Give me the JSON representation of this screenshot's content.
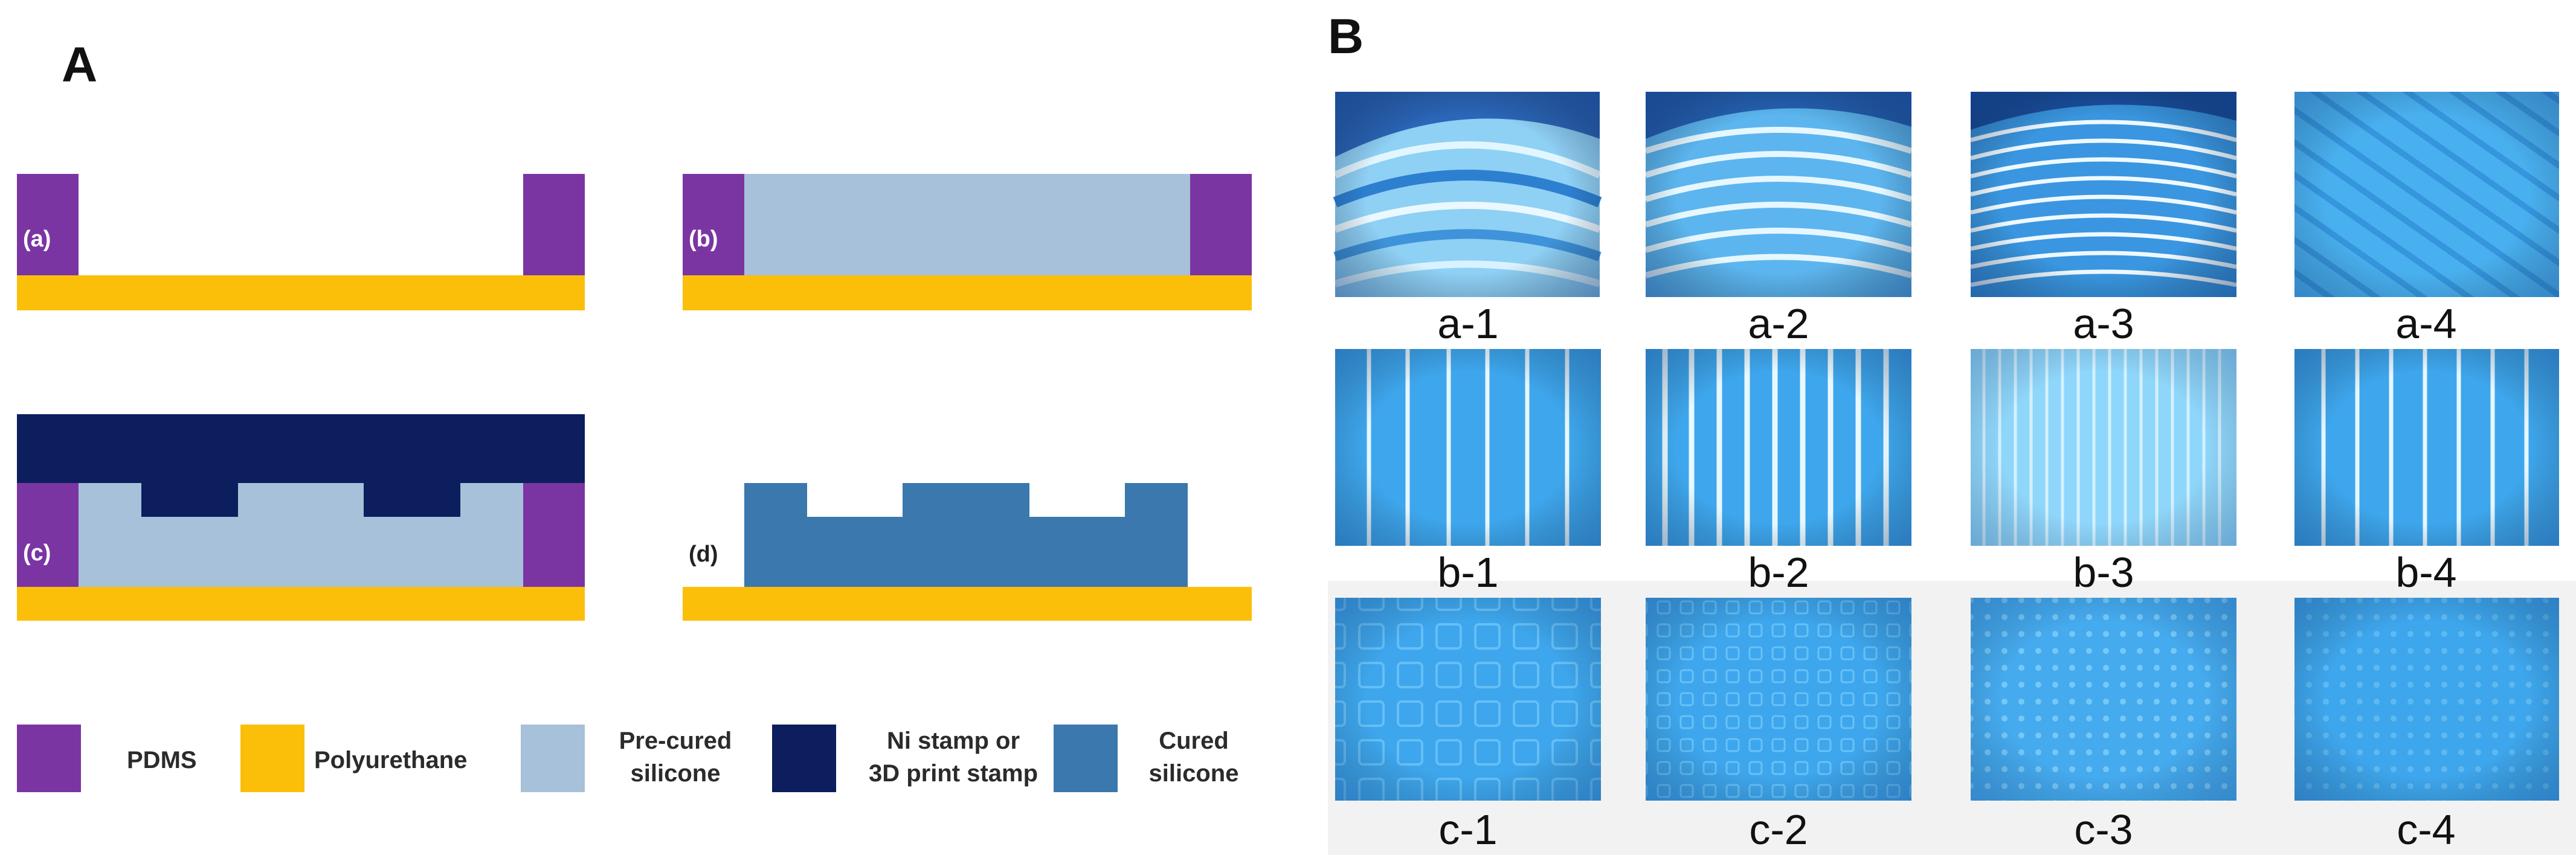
{
  "panelA": {
    "letter": "A",
    "steps": [
      "(a)",
      "(b)",
      "(c)",
      "(d)"
    ],
    "legend": [
      {
        "lines": [
          "PDMS"
        ],
        "color": "#7b35a3"
      },
      {
        "lines": [
          "Polyurethane"
        ],
        "color": "#fbbf0a"
      },
      {
        "lines": [
          "Pre-cured",
          "silicone"
        ],
        "color": "#a6c1d9"
      },
      {
        "lines": [
          "Ni stamp or",
          "3D print stamp"
        ],
        "color": "#0c1e5e"
      },
      {
        "lines": [
          "Cured",
          "silicone"
        ],
        "color": "#3a78ae"
      }
    ]
  },
  "panelB": {
    "letter": "B",
    "captions": [
      "a-1",
      "a-2",
      "a-3",
      "a-4",
      "b-1",
      "b-2",
      "b-3",
      "b-4",
      "c-1",
      "c-2",
      "c-3",
      "c-4"
    ]
  },
  "colors": {
    "pdms": "#7b35a3",
    "polyurethane": "#fbbf0a",
    "precured": "#a6c1d9",
    "stamp": "#0c1e5e",
    "cured": "#3a78ae",
    "tile": "#3ea0e6",
    "tileLight": "#b8e4fb",
    "tileDark": "#1565b5"
  }
}
